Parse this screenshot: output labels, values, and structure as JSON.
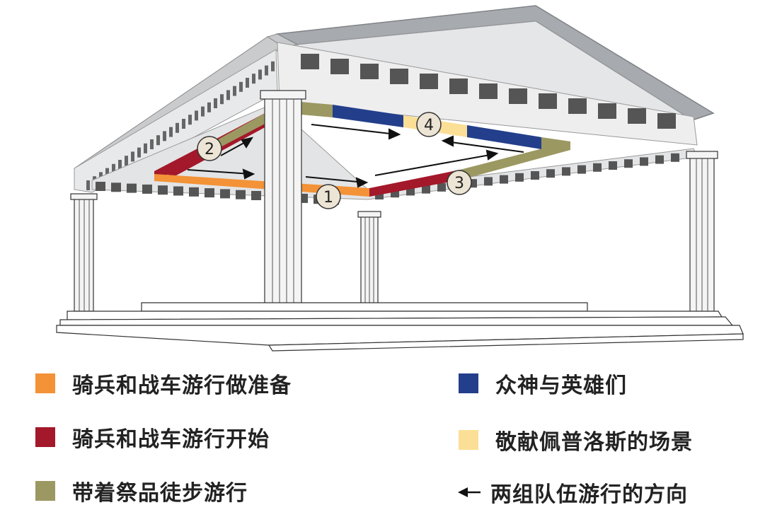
{
  "colors": {
    "orange": "#f39237",
    "red": "#a3182a",
    "olive": "#9c9862",
    "navy": "#233e8b",
    "cream": "#fbdf96"
  },
  "markers": [
    "1",
    "2",
    "3",
    "4"
  ],
  "legend": [
    {
      "label": "骑兵和战车游行做准备",
      "color": "#f39237"
    },
    {
      "label": "骑兵和战车游行开始",
      "color": "#a3182a"
    },
    {
      "label": "带着祭品徒步游行",
      "color": "#9c9862"
    },
    {
      "label": "众神与英雄们",
      "color": "#233e8b"
    },
    {
      "label": "敬献佩普洛斯的场景",
      "color": "#fbdf96"
    },
    {
      "label": "两组队伍游行的方向",
      "icon": "arrow-left-icon"
    }
  ]
}
